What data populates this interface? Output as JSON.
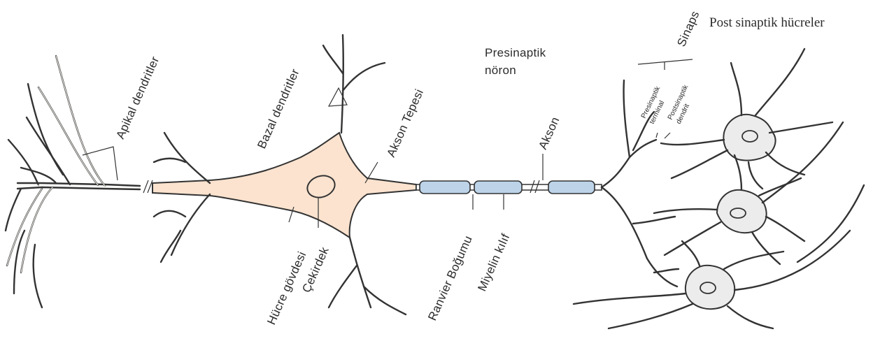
{
  "labels": {
    "apical_dendrites": "Apikal dendritler",
    "basal_dendrites": "Bazal dendritler",
    "axon_hillock": "Akson Tepesi",
    "presynaptic_neuron_line1": "Presinaptik",
    "presynaptic_neuron_line2": "nöron",
    "axon": "Akson",
    "synapse": "Sinaps",
    "postsynaptic_cells": "Post sinaptik hücreler",
    "presynaptic_terminal_line1": "Presinaptik",
    "presynaptic_terminal_line2": "terminal",
    "postsynaptic_dendrite_line1": "Postsinaptik",
    "postsynaptic_dendrite_line2": "dendrit",
    "cell_body": "Hücre gövdesi",
    "nucleus": "Çekirdek",
    "node_of_ranvier": "Ranvier Boğumu",
    "myelin_sheath": "Miyelin kılıf"
  },
  "colors": {
    "soma_fill": "#fbe3cf",
    "myelin_fill": "#bcd3e8",
    "postsynaptic_fill": "#ececec",
    "outline": "#333333"
  }
}
